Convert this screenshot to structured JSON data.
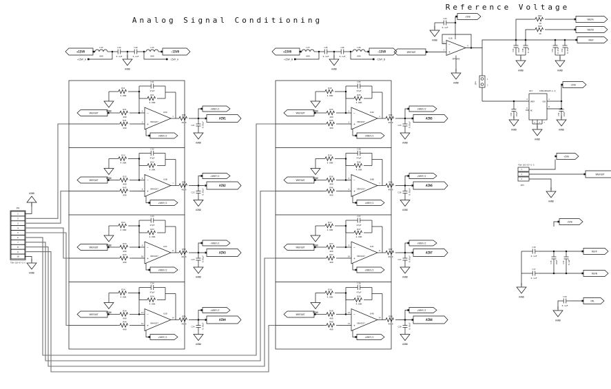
{
  "titles": {
    "main": "Analog Signal Conditioning",
    "reference": "Reference Voltage"
  },
  "colors": {
    "ink": "#111111",
    "bus": "#6e6e6e",
    "bg": "#ffffff"
  },
  "gnd": "AGND",
  "filters": [
    {
      "port_left": "+15V0",
      "port_right": "-15V0",
      "ind_left": {
        "des": "L22",
        "val": "600"
      },
      "cap_left": {
        "des": "C44",
        "val": "0.1uF"
      },
      "cap_right": {
        "des": "C49",
        "val": "0.1uF"
      },
      "ind_right": {
        "des": "L24",
        "val": "600"
      },
      "net_left": "+15VF_A",
      "net_right": "-15VF_A"
    },
    {
      "port_left": "+15V0",
      "port_right": "-15V0",
      "ind_left": {
        "des": "L23",
        "val": "600"
      },
      "cap_left": {
        "des": "C45",
        "val": "0.1uF"
      },
      "cap_right": {
        "des": "C46",
        "val": "0.1uF"
      },
      "ind_right": {
        "des": "L26",
        "val": "600"
      },
      "net_left": "+15VF_B",
      "net_right": "-15VF_B"
    }
  ],
  "channels": [
    {
      "input_port": "VREFOUT",
      "net_label": "+VREF/2",
      "output_port": "AIN1",
      "opamp": {
        "des": "U3A",
        "part": "OPA4227",
        "pin_minus": "2",
        "pin_plus": "3",
        "pin_out": "1"
      },
      "r_bias": {
        "des": "R11",
        "val": "4.99K"
      },
      "c_fb": {
        "des": "C31",
        "val": "47pF"
      },
      "r_fb": {
        "des": "R21",
        "val": "4.99K"
      },
      "r_in_top": {
        "des": "R31",
        "val": "499"
      },
      "r_in_bot": {
        "des": "R41",
        "val": "499"
      },
      "r_out": {
        "des": "R51",
        "val": "49.9"
      },
      "c_out": {
        "des": "C21",
        "val": "0.01uF"
      }
    },
    {
      "input_port": "VREFOUT",
      "net_label": "+VREF/2",
      "output_port": "AIN2",
      "opamp": {
        "des": "U3B",
        "part": "OPA4227",
        "pin_minus": "6",
        "pin_plus": "5",
        "pin_out": "7"
      },
      "r_bias": {
        "des": "R12",
        "val": "4.99K"
      },
      "c_fb": {
        "des": "C32",
        "val": "47pF"
      },
      "r_fb": {
        "des": "R22",
        "val": "4.99K"
      },
      "r_in_top": {
        "des": "R32",
        "val": "499"
      },
      "r_in_bot": {
        "des": "R42",
        "val": "499"
      },
      "r_out": {
        "des": "R52",
        "val": "49.9"
      },
      "c_out": {
        "des": "C22",
        "val": "0.01uF"
      }
    },
    {
      "input_port": "VREFOUT",
      "net_label": "+VREF/2",
      "output_port": "AIN3",
      "opamp": {
        "des": "U3C",
        "part": "OPA4227",
        "pin_minus": "9",
        "pin_plus": "10",
        "pin_out": "8"
      },
      "r_bias": {
        "des": "R13",
        "val": "4.99K"
      },
      "c_fb": {
        "des": "C33",
        "val": "47pF"
      },
      "r_fb": {
        "des": "R23",
        "val": "4.99K"
      },
      "r_in_top": {
        "des": "R33",
        "val": "499"
      },
      "r_in_bot": {
        "des": "R43",
        "val": "499"
      },
      "r_out": {
        "des": "R53",
        "val": "49.9"
      },
      "c_out": {
        "des": "C23",
        "val": "0.01uF"
      }
    },
    {
      "input_port": "VREFOUT",
      "net_label": "+VREF/2",
      "output_port": "AIN4",
      "opamp": {
        "des": "U3D",
        "part": "OPA4227",
        "pin_minus": "13",
        "pin_plus": "12",
        "pin_out": "14"
      },
      "r_bias": {
        "des": "R14",
        "val": "4.99K"
      },
      "c_fb": {
        "des": "C34",
        "val": "47pF"
      },
      "r_fb": {
        "des": "R24",
        "val": "4.99K"
      },
      "r_in_top": {
        "des": "R34",
        "val": "499"
      },
      "r_in_bot": {
        "des": "R44",
        "val": "499"
      },
      "r_out": {
        "des": "R54",
        "val": "49.9"
      },
      "c_out": {
        "des": "C24",
        "val": "0.01uF"
      }
    },
    {
      "input_port": "VREFOUT",
      "net_label": "+VREF/2",
      "output_port": "AIN5",
      "opamp": {
        "des": "U4A",
        "part": "OPA4227",
        "pin_minus": "2",
        "pin_plus": "3",
        "pin_out": "1"
      },
      "r_bias": {
        "des": "R15",
        "val": "4.99K"
      },
      "c_fb": {
        "des": "C35",
        "val": "47pF"
      },
      "r_fb": {
        "des": "R25",
        "val": "4.99K"
      },
      "r_in_top": {
        "des": "R35",
        "val": "499"
      },
      "r_in_bot": {
        "des": "R45",
        "val": "499"
      },
      "r_out": {
        "des": "R55",
        "val": "49.9"
      },
      "c_out": {
        "des": "C25",
        "val": "0.01uF"
      }
    },
    {
      "input_port": "VREFOUT",
      "net_label": "+VREF/2",
      "output_port": "AIN6",
      "opamp": {
        "des": "U4B",
        "part": "OPA4227",
        "pin_minus": "6",
        "pin_plus": "5",
        "pin_out": "7"
      },
      "r_bias": {
        "des": "R16",
        "val": "4.99K"
      },
      "c_fb": {
        "des": "C36",
        "val": "47pF"
      },
      "r_fb": {
        "des": "R26",
        "val": "4.99K"
      },
      "r_in_top": {
        "des": "R36",
        "val": "499"
      },
      "r_in_bot": {
        "des": "R46",
        "val": "499"
      },
      "r_out": {
        "des": "R56",
        "val": "49.9"
      },
      "c_out": {
        "des": "C26",
        "val": "0.01uF"
      }
    },
    {
      "input_port": "VREFOUT",
      "net_label": "+VREF/2",
      "output_port": "AIN7",
      "opamp": {
        "des": "U4C",
        "part": "OPA4227",
        "pin_minus": "9",
        "pin_plus": "10",
        "pin_out": "8"
      },
      "r_bias": {
        "des": "R17",
        "val": "4.99K"
      },
      "c_fb": {
        "des": "C37",
        "val": "47pF"
      },
      "r_fb": {
        "des": "R27",
        "val": "4.99K"
      },
      "r_in_top": {
        "des": "R37",
        "val": "499"
      },
      "r_in_bot": {
        "des": "R47",
        "val": "499"
      },
      "r_out": {
        "des": "R57",
        "val": "49.9"
      },
      "c_out": {
        "des": "C27",
        "val": "0.01uF"
      }
    },
    {
      "input_port": "VREFOUT",
      "net_label": "+VREF/2",
      "output_port": "AIN8",
      "opamp": {
        "des": "U4D",
        "part": "OPA4227",
        "pin_minus": "13",
        "pin_plus": "12",
        "pin_out": "14"
      },
      "r_bias": {
        "des": "R18",
        "val": "4.99K"
      },
      "c_fb": {
        "des": "C38",
        "val": "47pF"
      },
      "r_fb": {
        "des": "R28",
        "val": "4.99K"
      },
      "r_in_top": {
        "des": "R38",
        "val": "499"
      },
      "r_in_bot": {
        "des": "R48",
        "val": "499"
      },
      "r_out": {
        "des": "R58",
        "val": "49.9"
      },
      "c_out": {
        "des": "C28",
        "val": "0.01uF"
      }
    }
  ],
  "connector": {
    "des": "P4",
    "part": "TSW-110-07-G-S",
    "pins": [
      "1",
      "2",
      "3",
      "4",
      "5",
      "6",
      "7",
      "8",
      "9",
      "10"
    ],
    "gnd_top": "AGND",
    "gnd_bottom": "AGND"
  },
  "reference": {
    "supply_port": "+5V0",
    "bypass_cap": {
      "des": "C43",
      "val": "0.1uF"
    },
    "buffer": {
      "des": "U16",
      "part": "OPA340",
      "pin_minus": "2",
      "pin_plus": "3",
      "pin_out": "6"
    },
    "input_port": "VREFOUT",
    "out_res": [
      {
        "des": "R61",
        "val": "10"
      },
      {
        "des": "R62",
        "val": "10"
      }
    ],
    "out_ports": [
      "VREFA",
      "VREFB",
      "VREF"
    ],
    "cap_group1": [
      {
        "des": "C47",
        "val": "10uF"
      },
      {
        "des": "C48",
        "val": "0.1uF"
      }
    ],
    "cap_group2": [
      {
        "des": "C51",
        "val": "0.47uF"
      },
      {
        "des": "C52",
        "val": "0.47uF"
      }
    ],
    "jp4": {
      "des": "JP4",
      "pin1": "1",
      "pin2": "2"
    },
    "vref_ic": {
      "des": "U17",
      "part": "LM4140ACM-1.2",
      "pin_vout": "4",
      "vout_label": "VREF",
      "pin_vin": "1",
      "vin_label": "VIN",
      "pin_nc": "5",
      "nc_label": "NC",
      "pin_tp": "8",
      "gnd_pins": [
        "2",
        "3",
        "7"
      ]
    },
    "ic_cap_left": {
      "des": "C53",
      "val": "10uF"
    },
    "ic_cap_right": {
      "des": "C54",
      "val": "10uF"
    },
    "ic_supply_port": "+5V0",
    "jp3": {
      "des": "JP3",
      "part": "TSW-103-07-G-S",
      "pins": [
        "1",
        "2",
        "3"
      ],
      "supply_port": "+5V0",
      "out_port": "VREFOUT"
    },
    "extra_supply_port": "+5V0"
  },
  "decoupling": {
    "rail_top": {
      "cap": {
        "des": "C16",
        "val": "0.1uF"
      },
      "port": "REFP"
    },
    "rail_bot": {
      "cap": {
        "des": "C17",
        "val": "0.1uF"
      },
      "port": "REFN"
    },
    "mid_caps": [
      {
        "des": "C18",
        "val": "10uF"
      },
      {
        "des": "C19",
        "val": "0.1uF"
      }
    ],
    "cml": {
      "cap": {
        "des": "C20",
        "val": "0.1uF"
      },
      "port": "CML"
    }
  }
}
